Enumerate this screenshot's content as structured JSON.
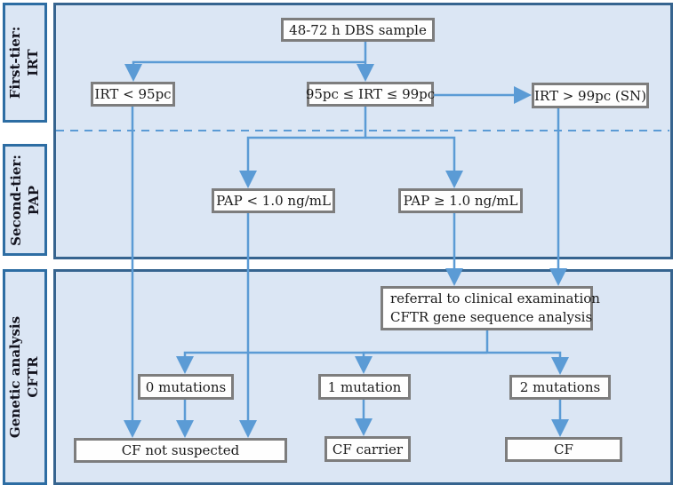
{
  "diagram": {
    "type": "flowchart",
    "topic": "CF newborn screening algorithm (IRT / PAP / CFTR)"
  },
  "tiers": [
    {
      "line1": "First-tier:",
      "line2": "IRT"
    },
    {
      "line1": "Second-tier:",
      "line2": "PAP"
    },
    {
      "line1": "Genetic analysis",
      "line2": "CFTR"
    }
  ],
  "nodes": {
    "dbs_sample": "48-72 h DBS sample",
    "irt_low": "IRT < 95pc",
    "irt_mid": "95pc ≤ IRT ≤ 99pc",
    "irt_high": "IRT > 99pc (SN)",
    "pap_low": "PAP < 1.0 ng/mL",
    "pap_high": "PAP ≥ 1.0 ng/mL",
    "referral_line1": "referral to clinical examination",
    "referral_line2": "CFTR gene sequence analysis",
    "mut0": "0 mutations",
    "mut1": "1 mutation",
    "mut2": "2 mutations",
    "cf_not_suspected": "CF not suspected",
    "cf_carrier": "CF carrier",
    "cf": "CF"
  },
  "colors": {
    "section_fill": "#dbe6f4",
    "section_border": "#36648f",
    "tier_label_border": "#2d6da3",
    "flow_line": "#5b9bd5",
    "node_border": "#7d7d7d",
    "node_fill": "#fefefe",
    "text": "#1b1b1b"
  }
}
